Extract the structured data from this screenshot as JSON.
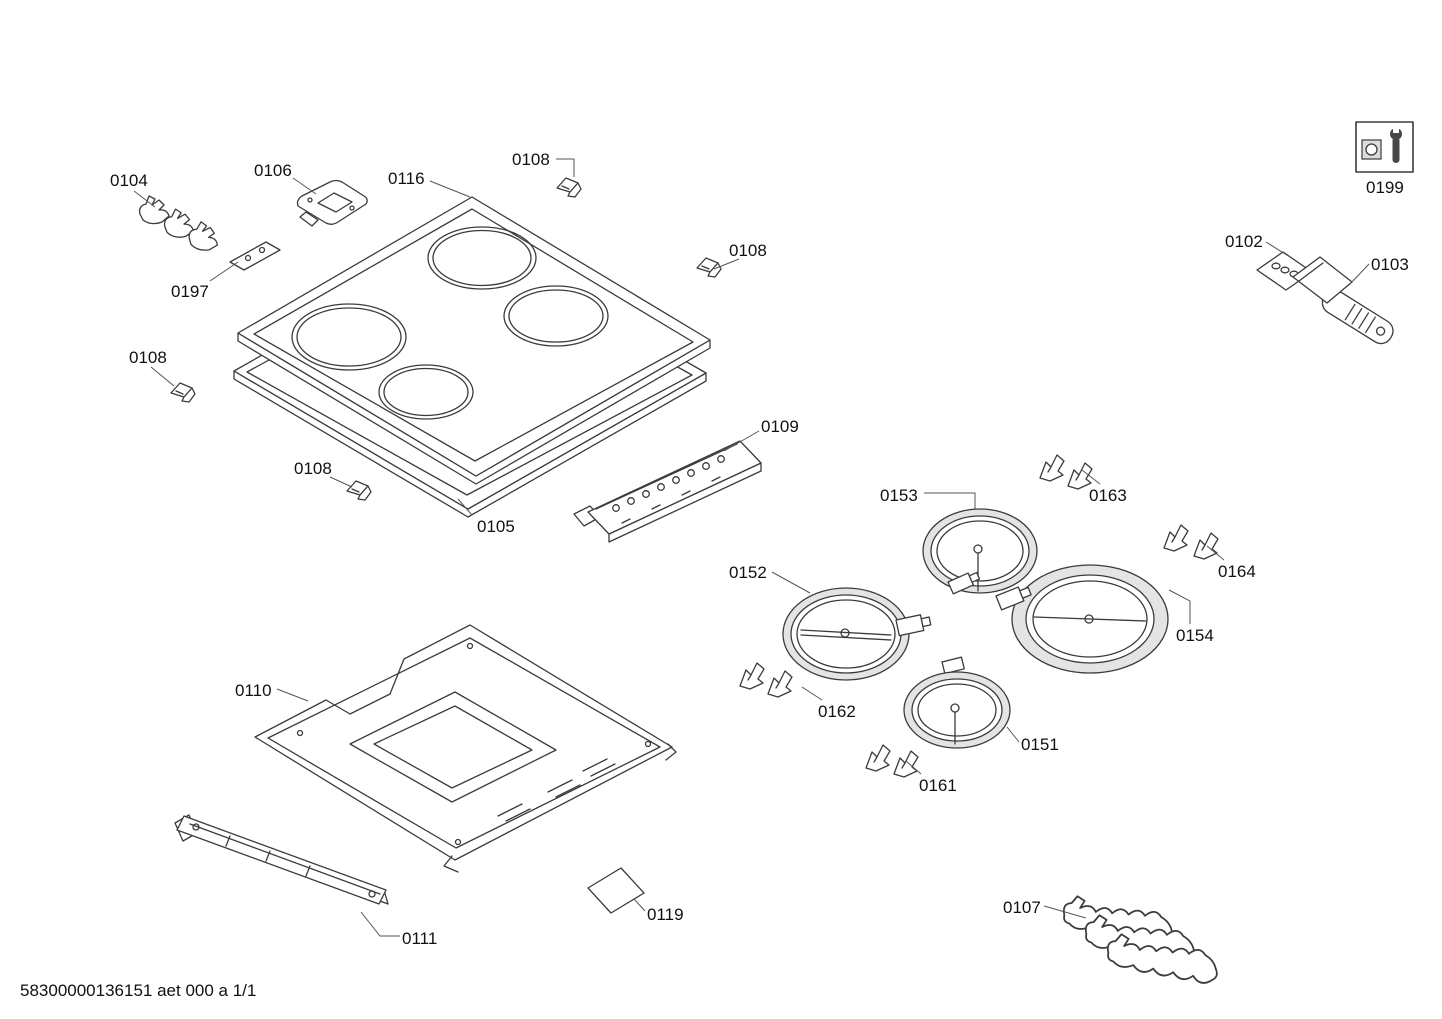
{
  "colors": {
    "line": "#3b3b3b",
    "rim": "#e4e4e4",
    "leader": "#555555",
    "ink": "#111111"
  },
  "footer": {
    "text": "58300000136151 aet 000 a 1/1"
  },
  "labels": {
    "p0104": "0104",
    "p0106": "0106",
    "p0116": "0116",
    "p0108_top": "0108",
    "p0108_right": "0108",
    "p0197": "0197",
    "p0108_left": "0108",
    "p0108_mid": "0108",
    "p0105": "0105",
    "p0109": "0109",
    "p0153": "0153",
    "p0163": "0163",
    "p0164": "0164",
    "p0152": "0152",
    "p0154": "0154",
    "p0162": "0162",
    "p0151": "0151",
    "p0161": "0161",
    "p0110": "0110",
    "p0111": "0111",
    "p0119": "0119",
    "p0107": "0107",
    "p0102": "0102",
    "p0103": "0103",
    "p0199": "0199"
  }
}
